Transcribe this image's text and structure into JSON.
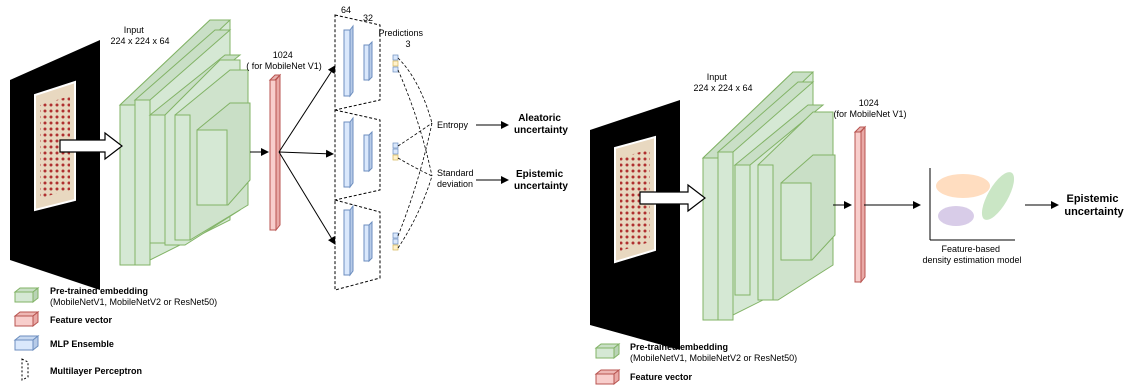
{
  "left": {
    "input_label": [
      "Input",
      "224 x 224 x 64"
    ],
    "feature_label": [
      "1024",
      "( for MobileNet V1)"
    ],
    "mlp_top_labels": [
      "64",
      "32"
    ],
    "predictions_label": [
      "Predictions",
      "3"
    ],
    "entropy_label": "Entropy",
    "std_label": [
      "Standard",
      "deviation"
    ],
    "aleatoric_label": [
      "Aleatoric",
      "uncertainty"
    ],
    "epistemic_label": [
      "Epistemic",
      "uncertainty"
    ],
    "legend": {
      "embedding_title": "Pre-trained embedding",
      "embedding_sub": "(MobileNetV1, MobileNetV2 or ResNet50)",
      "feature_vector": "Feature vector",
      "mlp_ensemble": "MLP Ensemble",
      "multilayer_perceptron": "Multilayer Perceptron"
    }
  },
  "right": {
    "input_label": [
      "Input",
      "224 x 224 x 64"
    ],
    "feature_label": [
      "1024",
      "(for MobileNet V1)"
    ],
    "density_label": [
      "Feature-based",
      "density estimation model"
    ],
    "epistemic_label": [
      "Epistemic",
      "uncertainty"
    ],
    "legend": {
      "embedding_title": "Pre-trained embedding",
      "embedding_sub": "(MobileNetV1, MobileNetV2 or ResNet50)",
      "feature_vector": "Feature vector"
    }
  },
  "colors": {
    "embedding_fill": "#d5e8d4",
    "embedding_stroke": "#82b366",
    "feature_fill": "#f8cecc",
    "feature_stroke": "#b85450",
    "mlp_fill": "#dae8fc",
    "mlp_stroke": "#6c8ebf",
    "pred_yellow": "#fff2cc",
    "pred_yellow_stroke": "#d6b656"
  }
}
